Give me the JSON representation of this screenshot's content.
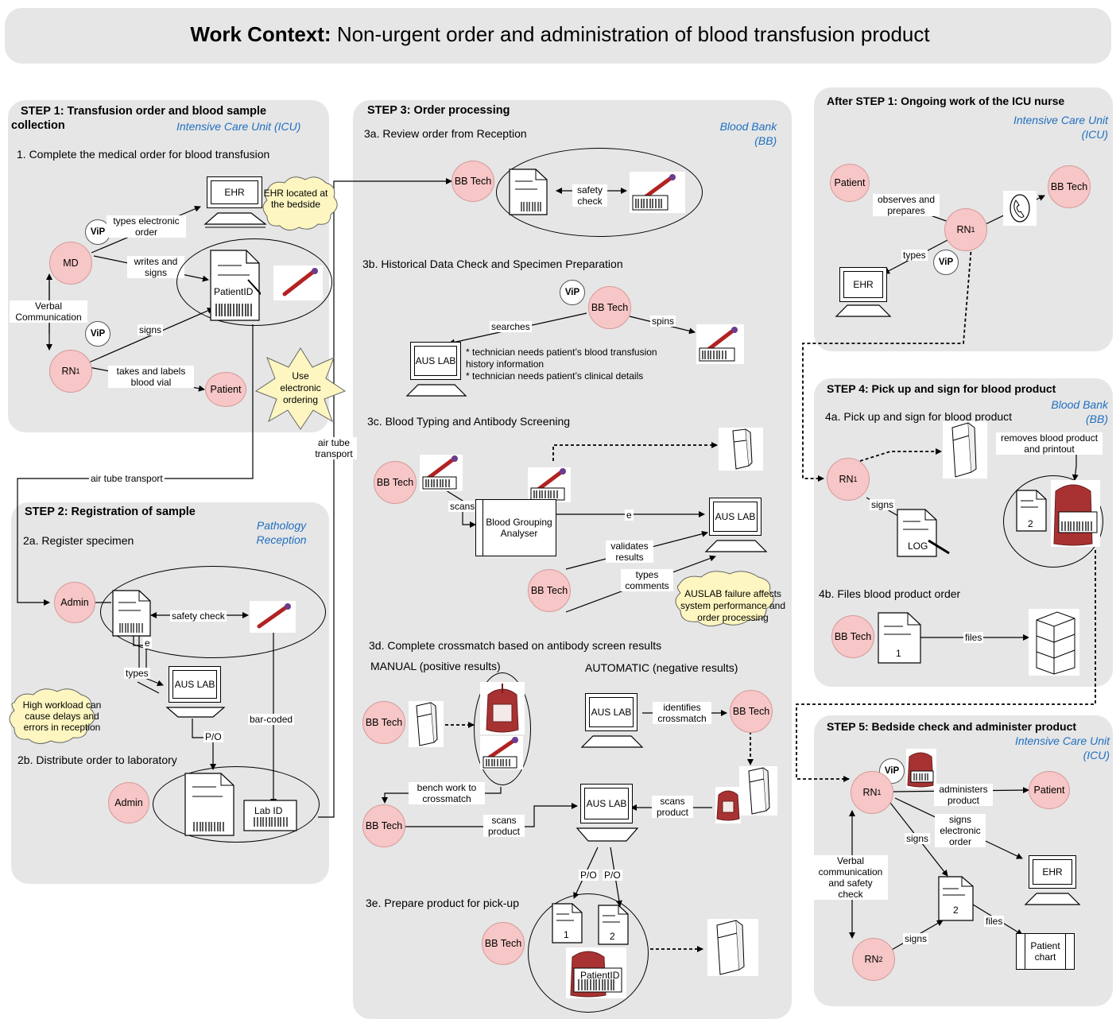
{
  "header": {
    "title_bold": "Work Context:",
    "title_rest": " Non-urgent order and administration of blood transfusion product"
  },
  "step1": {
    "title": "STEP 1: Transfusion order and blood sample collection",
    "location": "Intensive Care Unit (ICU)",
    "sub1": "1. Complete the medical order for blood transfusion",
    "ehr": "EHR",
    "cloud": "EHR located at the bedside",
    "types_order": "types electronic order",
    "writes_signs": "writes and signs",
    "verbal": "Verbal Communication",
    "signs": "signs",
    "takes_labels": "takes and labels blood vial",
    "patient_id": "PatientID",
    "md": "MD",
    "rn1": "RN1",
    "patient": "Patient",
    "vip": "ViP",
    "star": "Use electronic ordering"
  },
  "transport": {
    "air_tube": "air tube transport",
    "air_tube2": "air tube transport"
  },
  "step2": {
    "title": "STEP 2: Registration of sample",
    "location": "Pathology Reception",
    "sub_a": "2a. Register specimen",
    "sub_b": "2b. Distribute order to laboratory",
    "admin": "Admin",
    "safety": "safety check",
    "e": "e",
    "types": "types",
    "aus_lab": "AUS LAB",
    "cloud": "High workload can cause delays and errors in reception",
    "po": "P/O",
    "bar_coded": "bar-coded",
    "lab_id": "Lab ID"
  },
  "step3": {
    "title": "STEP 3:  Order processing",
    "location": "Blood Bank (BB)",
    "sub_a": "3a. Review order from Reception",
    "sub_b": "3b. Historical Data Check and Specimen Preparation",
    "sub_c": "3c. Blood Typing and Antibody Screening",
    "sub_d": "3d. Complete crossmatch based on antibody screen results",
    "sub_e": "3e. Prepare product for pick-up",
    "bb_tech": "BB Tech",
    "safety": "safety check",
    "searches": "searches",
    "spins": "spins",
    "aus_lab": "AUS LAB",
    "note1": "* technician needs patient’s blood transfusion",
    "note2": "history information",
    "note3": "* technician needs patient’s clinical details",
    "scans": "scans",
    "analyser": "Blood Grouping Analyser",
    "e": "e",
    "validates": "validates results",
    "types_comments": "types comments",
    "cloud": "AUSLAB failure affects system performance and order processing",
    "manual": "MANUAL (positive results)",
    "automatic": "AUTOMATIC (negative results)",
    "bench": "bench work to crossmatch",
    "identifies": "identifies crossmatch",
    "scans_product": "scans product",
    "po": "P/O",
    "doc1": "1",
    "doc2": "2",
    "patient_id": "PatientID",
    "vip": "ViP"
  },
  "after1": {
    "title": "After STEP 1: Ongoing work of the ICU nurse",
    "location": "Intensive Care Unit (ICU)",
    "patient": "Patient",
    "bb_tech": "BB Tech",
    "rn1": "RN1",
    "vip": "ViP",
    "observes": "observes and prepares",
    "types": "types",
    "ehr": "EHR"
  },
  "step4": {
    "title": "STEP 4: Pick up and sign for blood product",
    "location": "Blood Bank (BB)",
    "sub_a": "4a. Pick up and sign for blood product",
    "sub_b": "4b. Files blood product order",
    "rn1": "RN1",
    "removes": "removes blood product and printout",
    "signs": "signs",
    "log": "LOG",
    "doc2": "2",
    "bb_tech": "BB Tech",
    "doc1": "1",
    "files": "files"
  },
  "step5": {
    "title": "STEP 5: Bedside check and administer product",
    "location": "Intensive Care Unit (ICU)",
    "rn1": "RN1",
    "rn2": "RN2",
    "patient": "Patient",
    "vip": "ViP",
    "administers": "administers product",
    "signs_electronic": "signs electronic order",
    "signs": "signs",
    "signs2": "signs",
    "verbal": "Verbal communication and safety check",
    "ehr": "EHR",
    "doc2": "2",
    "files": "files",
    "chart": "Patient chart"
  }
}
